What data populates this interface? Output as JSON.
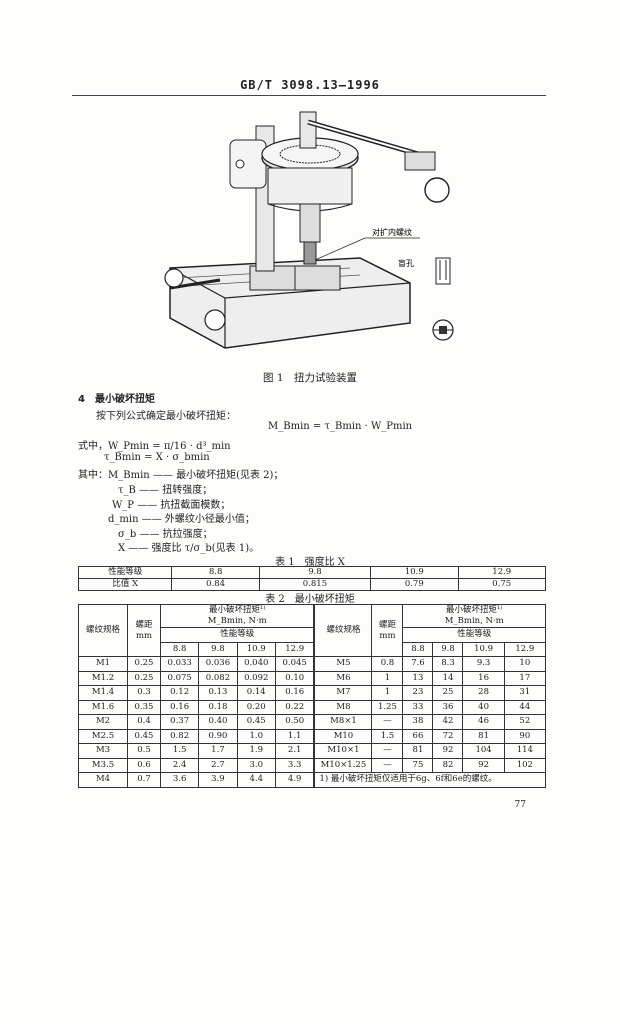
{
  "header": {
    "standard": "GB/T 3098.13—1996"
  },
  "figure": {
    "label_internal_thread": "对扩内螺纹",
    "label_hole": "盲孔",
    "caption": "图 1　扭力试验装置"
  },
  "section": {
    "heading": "4　最小破坏扭矩",
    "intro": "按下列公式确定最小破坏扭矩：",
    "formula": "M_Bmin = τ_Bmin · W_Pmin",
    "where1": "式中，W_Pmin = π/16 · d³_min",
    "where2": "τ_Bmin = X · σ_bmin",
    "defs": [
      "其中：M_Bmin —— 最小破坏扭矩(见表 2)；",
      "τ_B —— 扭转强度；",
      "W_P —— 抗扭截面模数；",
      "d_min —— 外螺纹小径最小值；",
      "σ_b —— 抗拉强度；",
      "X —— 强度比 τ/σ_b(见表 1)。"
    ]
  },
  "table1": {
    "caption": "表 1　强度比 X",
    "header": [
      "性能等级",
      "8.8",
      "9.8",
      "10.9",
      "12.9"
    ],
    "row": [
      "比值 X",
      "0.84",
      "0.815",
      "0.79",
      "0.75"
    ]
  },
  "table2": {
    "caption": "表 2　最小破坏扭矩",
    "col_size": "螺纹规格",
    "col_pitch": "螺距",
    "col_pitch_unit": "mm",
    "col_torque": "最小破坏扭矩¹⁾",
    "col_torque_unit": "M_Bmin, N·m",
    "col_grade": "性能等级",
    "grades": [
      "8.8",
      "9.8",
      "10.9",
      "12.9"
    ],
    "left_rows": [
      [
        "M1",
        "0.25",
        "0.033",
        "0.036",
        "0.040",
        "0.045"
      ],
      [
        "M1.2",
        "0.25",
        "0.075",
        "0.082",
        "0.092",
        "0.10"
      ],
      [
        "M1.4",
        "0.3",
        "0.12",
        "0.13",
        "0.14",
        "0.16"
      ],
      [
        "M1.6",
        "0.35",
        "0.16",
        "0.18",
        "0.20",
        "0.22"
      ],
      [
        "M2",
        "0.4",
        "0.37",
        "0.40",
        "0.45",
        "0.50"
      ],
      [
        "M2.5",
        "0.45",
        "0.82",
        "0.90",
        "1.0",
        "1.1"
      ],
      [
        "M3",
        "0.5",
        "1.5",
        "1.7",
        "1.9",
        "2.1"
      ],
      [
        "M3.5",
        "0.6",
        "2.4",
        "2.7",
        "3.0",
        "3.3"
      ],
      [
        "M4",
        "0.7",
        "3.6",
        "3.9",
        "4.4",
        "4.9"
      ]
    ],
    "right_rows": [
      [
        "M5",
        "0.8",
        "7.6",
        "8.3",
        "9.3",
        "10"
      ],
      [
        "M6",
        "1",
        "13",
        "14",
        "16",
        "17"
      ],
      [
        "M7",
        "1",
        "23",
        "25",
        "28",
        "31"
      ],
      [
        "M8",
        "1.25",
        "33",
        "36",
        "40",
        "44"
      ],
      [
        "M8×1",
        "—",
        "38",
        "42",
        "46",
        "52"
      ],
      [
        "M10",
        "1.5",
        "66",
        "72",
        "81",
        "90"
      ],
      [
        "M10×1",
        "—",
        "81",
        "92",
        "104",
        "114"
      ],
      [
        "M10×1.25",
        "—",
        "75",
        "82",
        "92",
        "102"
      ]
    ],
    "footnote": "1) 最小破坏扭矩仅适用于6g、6f和6e的螺纹。"
  },
  "page_number": "77"
}
